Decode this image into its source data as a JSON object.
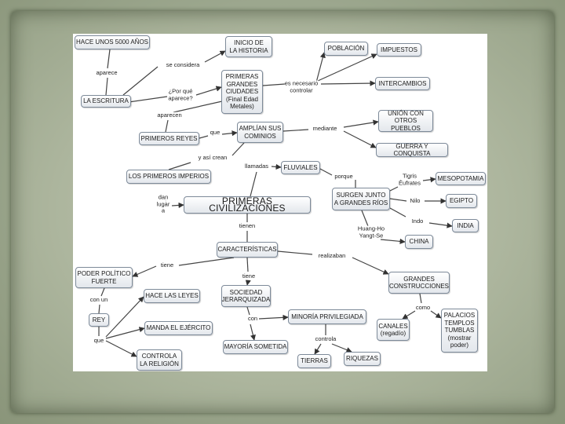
{
  "nodes": {
    "hace": "HACE UNOS 5000 AÑOS",
    "inicio": "INICIO DE\nLA HISTORIA",
    "escritura": "LA ESCRITURA",
    "primeras_ciudades": "PRIMERAS\nGRANDES\nCIUDADES\n(Final Edad\nMetales)",
    "poblacion": "POBLACIÓN",
    "impuestos": "IMPUESTOS",
    "intercambios": "INTERCAMBIOS",
    "primeros_reyes": "PRIMEROS REYES",
    "amplian": "AMPLÍAN SUS\nCOMINIOS",
    "union": "UNIÓN CON\nOTROS PUEBLOS",
    "guerra": "GUERRA Y CONQUISTA",
    "imperios": "LOS PRIMEROS IMPERIOS",
    "fluviales": "FLUVIALES",
    "mesopotamia": "MESOPOTAMIA",
    "surgen": "SURGEN JUNTO\nA GRANDES RÍOS",
    "egipto": "EGIPTO",
    "india": "INDIA",
    "china": "CHINA",
    "primeras_civ": "PRIMERAS CIVILIZACIONES",
    "caracteristicas": "CARACTERÍSTICAS",
    "poder": "PODER POLÍTICO\nFUERTE",
    "grandes_construcciones": "GRANDES\nCONSTRUCCIONES",
    "sociedad": "SOCIEDAD\nJERARQUIZADA",
    "leyes": "HACE LAS LEYES",
    "rey": "REY",
    "ejercito": "MANDA EL EJÉRCITO",
    "minoria": "MINORÍA PRIVILEGIADA",
    "canales": "CANALES\n(regadío)",
    "palacios": "PALACIOS\nTEMPLOS\nTUMBLAS\n(mostrar\npoder)",
    "religion": "CONTROLA\nLA RELIGIÓN",
    "mayoria": "MAYORÍA SOMETIDA",
    "tierras": "TIERRAS",
    "riquezas": "RIQUEZAS"
  },
  "labels": {
    "aparece": "aparece",
    "se_considera": "se considera",
    "por_que": "¿Por qué\naparece?",
    "es_necesario": "es necesario\ncontrolar",
    "aparecen": "aparecen",
    "que1": "que",
    "mediante": "mediante",
    "y_asi": "y así crean",
    "llamadas": "llamadas",
    "porque": "porque",
    "tigris": "Tigris\nÉufrates",
    "nilo": "Nilo",
    "indo": "Indo",
    "huang": "Huang-Ho\nYangt-Se",
    "dan_lugar": "dan\nlugar\na",
    "tienen": "tienen",
    "tiene1": "tiene",
    "realizaban": "realizaban",
    "tiene2": "tiene",
    "con_un": "con un",
    "como": "como",
    "con": "con",
    "que2": "que",
    "controla": "controla"
  },
  "colors": {
    "line": "#444444",
    "node_border": "#7d8a99"
  }
}
